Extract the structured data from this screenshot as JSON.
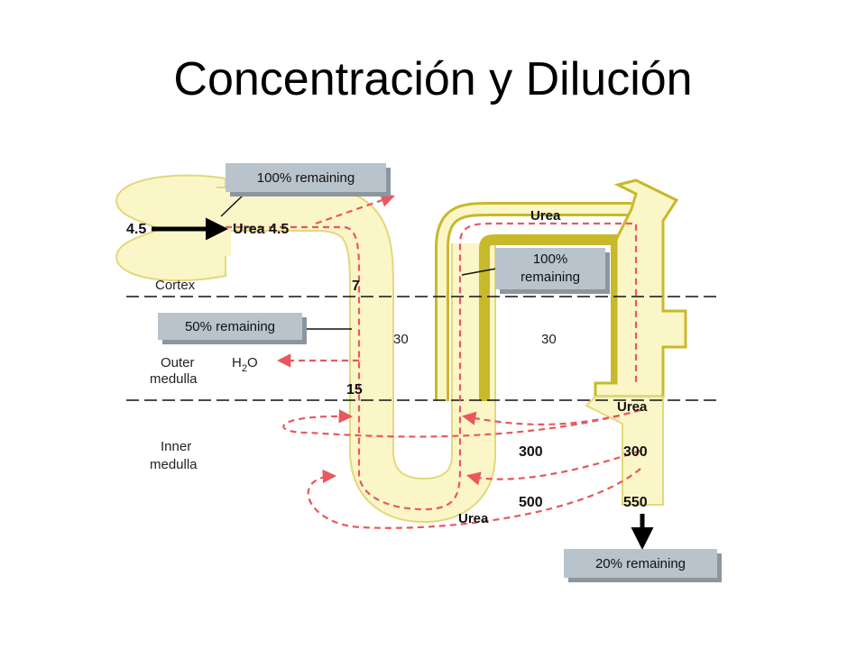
{
  "title": "Concentración y Dilución",
  "zones": {
    "cortex": "Cortex",
    "outer": [
      "Outer",
      "medulla"
    ],
    "inner": [
      "Inner",
      "medulla"
    ]
  },
  "boxes": {
    "top": "100% remaining",
    "fifty": "50% remaining",
    "middle": [
      "100%",
      "remaining"
    ],
    "bottom": "20% remaining"
  },
  "labels": {
    "inflow_value": "4.5",
    "urea_entry": "Urea 4.5",
    "desc_cortex": "7",
    "desc_outer": "15",
    "interstitium_left": "30",
    "interstitium_right": "30",
    "urea_top": "Urea",
    "urea_cd": "Urea",
    "urea_bottom": "Urea",
    "water_main": "H",
    "water_sub": "2",
    "water_end": "O",
    "inner_300_left": "300",
    "inner_300_right": "300",
    "inner_500": "500",
    "inner_550": "550"
  },
  "colors": {
    "tubule_fill": "#fbf6c8",
    "tubule_border": "#e2d87a",
    "thick_limb": "#c8b92a",
    "urea_arrow": "#e8585e",
    "label_box": "#b9c3cc"
  }
}
